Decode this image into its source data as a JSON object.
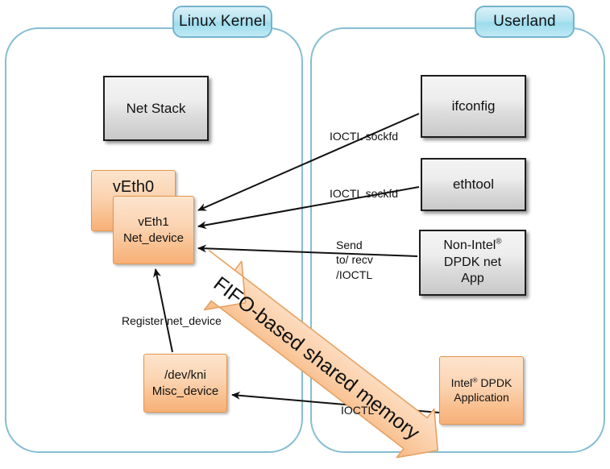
{
  "diagram": {
    "title_pills": [
      {
        "name": "linux-kernel",
        "label": "Linux Kernel"
      },
      {
        "name": "userland",
        "label": "Userland"
      }
    ],
    "kernel_boxes": {
      "net_stack": {
        "label": "Net Stack"
      },
      "veth0": {
        "label": "vEth0"
      },
      "veth1": {
        "line1": "vEth1",
        "line2": "Net_device"
      },
      "dev_kni": {
        "line1": "/dev/kni",
        "line2": "Misc_device"
      }
    },
    "userland_boxes": {
      "ifconfig": {
        "label": "ifconfig"
      },
      "ethtool": {
        "label": "ethtool"
      },
      "non_intel_dpdk": {
        "line1": "Non-Intel",
        "sup1": "®",
        "line2": "DPDK net",
        "line3": "App"
      },
      "intel_dpdk": {
        "line1a": "Intel",
        "sup1": "®",
        "line1b": " DPDK",
        "line2": "Application"
      }
    },
    "connector_labels": {
      "ioctl_sockfd_1": "IOCTL sockfd",
      "ioctl_sockfd_2": "IOCTL sockfd",
      "send_recv_ioctl": {
        "line1": "Send",
        "line2": "to/ recv",
        "line3": "/IOCTL"
      },
      "register_net_device": "Register net_device",
      "ioctl_bottom": "IOCTL"
    },
    "banner_arrow": {
      "label": "FIFO-based shared memory"
    },
    "colors": {
      "panel_border": "#86bed2",
      "pill_fill": "#b5e4f1",
      "gray_box_fill": "#ededed",
      "orange_box_fill": "#fbd3b1",
      "orange_box_border": "#e2974b",
      "banner_fill": "#f9c79c",
      "connector_line": "#111111"
    }
  }
}
